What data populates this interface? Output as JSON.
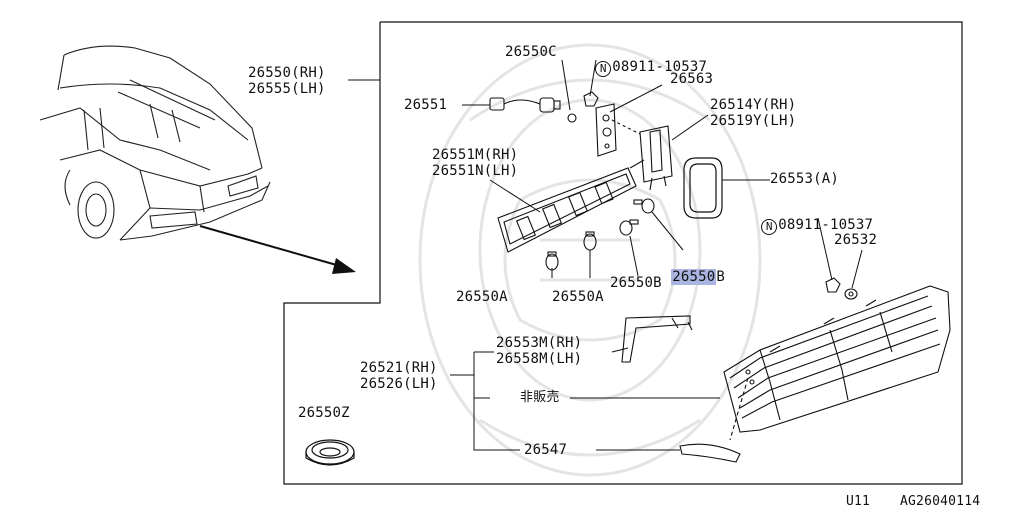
{
  "labels": {
    "main_rh": "26550(RH)",
    "main_lh": "26555(LH)",
    "bulb_c": "26550C",
    "nut_symbol_1": "N",
    "nut_code_1": "08911-10537",
    "p26563": "26563",
    "p26551": "26551",
    "p26514y": "26514Y(RH)",
    "p26519y": "26519Y(LH)",
    "p26551m": "26551M(RH)",
    "p26551n": "26551N(LH)",
    "p26553a": "26553(A)",
    "nut_symbol_2": "N",
    "nut_code_2": "08911-10537",
    "p26532": "26532",
    "p26550b_highlight": "26550",
    "p26550b_highlight_suffix": "B",
    "p26550a_1": "26550A",
    "p26550a_2": "26550A",
    "p26550b": "26550B",
    "p26553m": "26553M(RH)",
    "p26558m": "26558M(LH)",
    "p26521": "26521(RH)",
    "p26526": "26526(LH)",
    "not_sold": "非販売",
    "p26550z": "26550Z",
    "p26547": "26547"
  },
  "footer": {
    "model": "U11",
    "code": "AG26040114"
  },
  "colors": {
    "line": "#111111",
    "highlight": "#aab4e0",
    "watermark": "#e6e6e6"
  }
}
